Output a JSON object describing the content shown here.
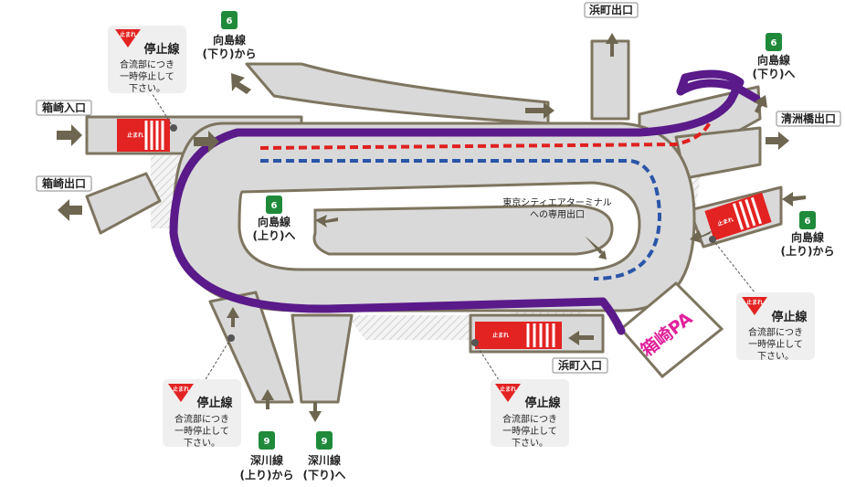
{
  "labels": {
    "hakozaki_entrance": "箱崎入口",
    "hakozaki_exit": "箱崎出口",
    "hamacho_exit": "浜町出口",
    "kiyosubashi_exit": "清洲橋出口",
    "hamacho_entrance": "浜町入口",
    "mukojima_down_from": [
      "向島線",
      "(下り)から"
    ],
    "mukojima_down_to": [
      "向島線",
      "(下り)へ"
    ],
    "mukojima_up_to": [
      "向島線",
      "(上り)へ"
    ],
    "mukojima_up_from": [
      "向島線",
      "(上り)から"
    ],
    "fukagawa_up_from": [
      "深川線",
      "(上り)から"
    ],
    "fukagawa_down_to": [
      "深川線",
      "(下り)へ"
    ],
    "tcat_exit": [
      "東京シティエアターミナル",
      "への専用出口"
    ],
    "parking_area": "箱崎PA"
  },
  "route_numbers": {
    "mukojima": "6",
    "fukagawa": "9"
  },
  "stop_sign": {
    "badge": "止まれ",
    "title": "停止線",
    "lines": [
      "合流部につき",
      "一時停止して",
      "下さい。"
    ]
  },
  "colors": {
    "road": "#d9d9d9",
    "road_border": "#7d7560",
    "purple_route": "#5a1a8a",
    "red_lane": "#e02020",
    "blue_lane": "#2a55a8",
    "arrow": "#6e6650",
    "stop_red": "#e32222",
    "route_green": "#1f8a3a",
    "pa_pink": "#e0219c"
  }
}
